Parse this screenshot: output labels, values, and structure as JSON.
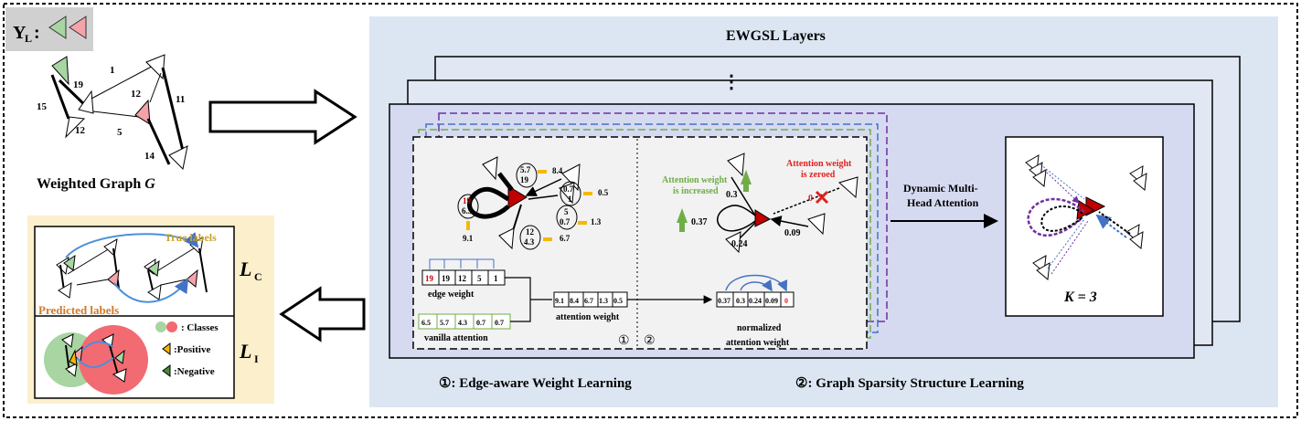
{
  "legend": {
    "y_label": "Y",
    "y_subscript": "L",
    "colon": ":"
  },
  "graph": {
    "caption_prefix": "Weighted Graph ",
    "caption_var": "G",
    "edge_labels": [
      "19",
      "1",
      "15",
      "12",
      "11",
      "12",
      "5",
      "14"
    ]
  },
  "layers": {
    "title": "EWGSL Layers",
    "ellipsis": "⋮",
    "step1_circle": "①",
    "step2_circle": "②",
    "step1_title": "①: Edge-aware Weight Learning",
    "step2_title": "②: Graph Sparsity Structure Learning",
    "step1_labels": [
      {
        "top": "5.7",
        "bot": "19",
        "arrow": "8.4"
      },
      {
        "top": "19",
        "bot": "6.5",
        "arrow": "9.1"
      },
      {
        "top": "0.7",
        "bot": "1",
        "arrow": "0.5"
      },
      {
        "top": "5",
        "bot": "0.7",
        "arrow": "1.3"
      },
      {
        "top": "12",
        "bot": "4.3",
        "arrow": "6.7"
      }
    ],
    "edge_weight_cells": [
      "19",
      "19",
      "12",
      "5",
      "1"
    ],
    "edge_weight_label": "edge weight",
    "vanilla_cells": [
      "6.5",
      "5.7",
      "4.3",
      "0.7",
      "0.7"
    ],
    "vanilla_label": "vanilla attention",
    "attention_cells": [
      "9.1",
      "8.4",
      "6.7",
      "1.3",
      "0.5"
    ],
    "attention_label": "attention weight",
    "increased_label_1": "Attention weight",
    "increased_label_2": "is increased",
    "zeroed_label_1": "Attention weight",
    "zeroed_label_2": "is zeroed",
    "step2_weights": [
      "0.3",
      "0.37",
      "0.24",
      "0.09",
      "0"
    ],
    "normalized_cells": [
      "0.37",
      "0.3",
      "0.24",
      "0.09",
      "0"
    ],
    "normalized_label_1": "normalized",
    "normalized_label_2": "attention weight"
  },
  "attention": {
    "label_1": "Dynamic Multi-",
    "label_2": "Head Attention",
    "k_label": "K = 3"
  },
  "losses": {
    "true_labels": "True labels",
    "predicted_labels": "Predicted labels",
    "loss_c_main": "L",
    "loss_c_sub": "C",
    "loss_i_main": "L",
    "loss_i_sub": "I",
    "classes": ": Classes",
    "positive": ":Positive",
    "negative": ":Negative"
  },
  "colors": {
    "panel_blue": "#dce6f3",
    "panel_yellow": "#fcefcc",
    "green_node": "#a8d5a2",
    "red_node": "#f4a3a8",
    "dark_red": "#c00000",
    "gold": "#f5b800",
    "purple": "#7030a0",
    "blue": "#4472c4",
    "green_arrow": "#70ad47",
    "true_labels_color": "#c9a227",
    "predicted_labels_color": "#d07a2b"
  }
}
